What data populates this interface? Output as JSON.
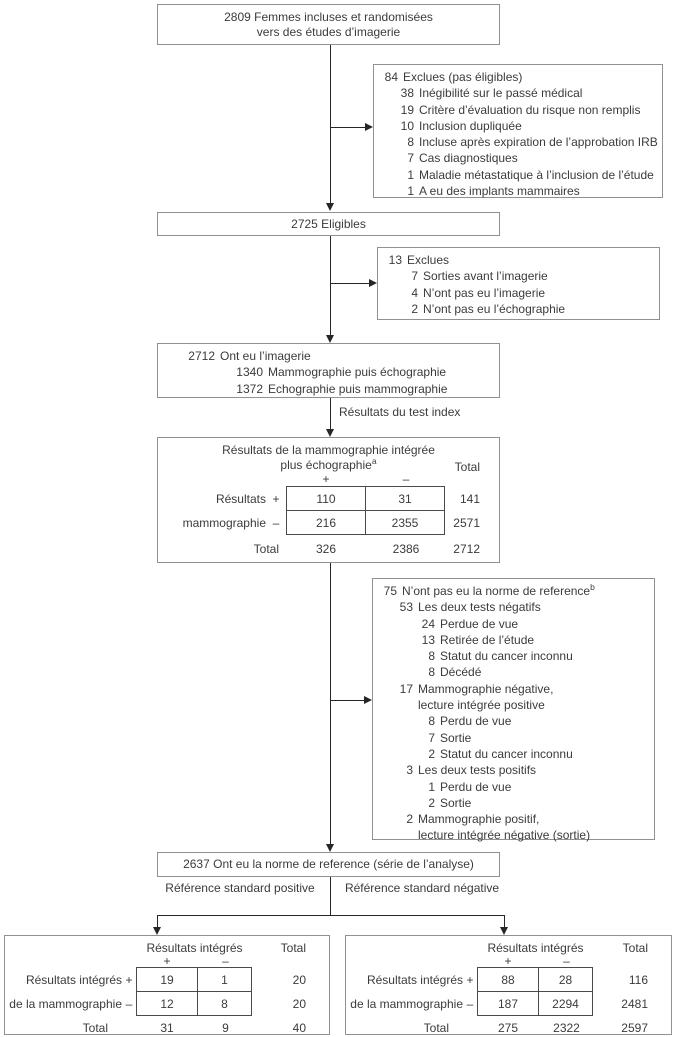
{
  "colors": {
    "ink": "#3b3b3b",
    "box-border": "#919191",
    "grid-border": "#4a4a4a",
    "line": "#262626"
  },
  "flow": {
    "top_box_line1": "2809 Femmes incluses et randomisées",
    "top_box_line2": "vers des études d’imagerie",
    "eligible_box": "2725  Eligibles",
    "index_test_label": "Résultats du test index",
    "reference_box": "2637 Ont eu la norme de reference (série de l’analyse)",
    "ref_positive_label": "Référence standard positive",
    "ref_negative_label": "Référence standard négative",
    "excluded_not_eligible": [
      {
        "num": "84",
        "text": "Exclues (pas éligibles)",
        "level": 0
      },
      {
        "num": "38",
        "text": "Inégibilité sur le passé médical",
        "level": 1
      },
      {
        "num": "19",
        "text": "Critère d’évaluation du risque non remplis",
        "level": 1
      },
      {
        "num": "10",
        "text": "Inclusion dupliquée",
        "level": 1
      },
      {
        "num": "8",
        "text": "Incluse après expiration de l’approbation IRB",
        "level": 1
      },
      {
        "num": "7",
        "text": "Cas diagnostiques",
        "level": 1
      },
      {
        "num": "1",
        "text": "Maladie métastatique à l’inclusion de l’étude",
        "level": 1
      },
      {
        "num": "1",
        "text": "A eu des implants mammaires",
        "level": 1
      }
    ],
    "excluded_before_imaging": [
      {
        "num": "13",
        "text": "Exclues",
        "level": 0
      },
      {
        "num": "7",
        "text": "Sorties avant l’imagerie",
        "level": 1
      },
      {
        "num": "4",
        "text": "N’ont pas eu l’imagerie",
        "level": 1
      },
      {
        "num": "2",
        "text": "N’ont pas eu l’échographie",
        "level": 1
      }
    ],
    "imaging_box": [
      {
        "num": "2712",
        "text": "Ont eu l’imagerie",
        "level": 0
      },
      {
        "num": "1340",
        "text": "Mammographie puis échographie",
        "level": 1
      },
      {
        "num": "1372",
        "text": "Echographie puis mammographie",
        "level": 1
      }
    ],
    "no_reference_standard": [
      {
        "num": "75",
        "text": "N’ont pas eu la norme de reference",
        "sup": "b",
        "level": 0
      },
      {
        "num": "53",
        "text": "Les deux tests négatifs",
        "level": 1
      },
      {
        "num": "24",
        "text": "Perdue de vue",
        "level": 2
      },
      {
        "num": "13",
        "text": "Retirée de l’étude",
        "level": 2
      },
      {
        "num": "8",
        "text": "Statut du cancer inconnu",
        "level": 2
      },
      {
        "num": "8",
        "text": "Décédé",
        "level": 2
      },
      {
        "num": "17",
        "text": "Mammographie négative,",
        "level": 1
      },
      {
        "num": "",
        "text": "lecture intégrée positive",
        "level": 1
      },
      {
        "num": "8",
        "text": "Perdu de vue",
        "level": 2
      },
      {
        "num": "7",
        "text": "Sortie",
        "level": 2
      },
      {
        "num": "2",
        "text": "Statut du cancer inconnu",
        "level": 2
      },
      {
        "num": "3",
        "text": "Les deux tests positifs",
        "level": 1
      },
      {
        "num": "1",
        "text": "Perdu de vue",
        "level": 2
      },
      {
        "num": "2",
        "text": "Sortie",
        "level": 2
      },
      {
        "num": "2",
        "text": "Mammographie positif,",
        "level": 1
      },
      {
        "num": "",
        "text": "lecture intégrée négative (sortie)",
        "level": 1
      }
    ]
  },
  "table1": {
    "header_line1": "Résultats de la mammographie intégrée",
    "header_line2": "plus échographie",
    "header_sup": "a",
    "total_label": "Total",
    "col_signs": [
      "+",
      "–"
    ],
    "row_label_line1": "Résultats",
    "row_label_line2": "mammographie",
    "row_signs": [
      "+",
      "–"
    ],
    "rows": [
      [
        "110",
        "31",
        "141"
      ],
      [
        "216",
        "2355",
        "2571"
      ]
    ],
    "total_row": [
      "Total",
      "326",
      "2386",
      "2712"
    ]
  },
  "table_left": {
    "header": "Résultats intégrés",
    "total_label": "Total",
    "col_signs": [
      "+",
      "–"
    ],
    "row_labels": [
      "Résultats intégrés",
      "de la mammographie"
    ],
    "row_signs": [
      "+",
      "–"
    ],
    "rows": [
      [
        "19",
        "1",
        "20"
      ],
      [
        "12",
        "8",
        "20"
      ]
    ],
    "total_row": [
      "Total",
      "31",
      "9",
      "40"
    ]
  },
  "table_right": {
    "header": "Résultats intégrés",
    "total_label": "Total",
    "col_signs": [
      "+",
      "–"
    ],
    "row_labels": [
      "Résultats intégrés",
      "de la mammographie"
    ],
    "row_signs": [
      "+",
      "–"
    ],
    "rows": [
      [
        "88",
        "28",
        "116"
      ],
      [
        "187",
        "2294",
        "2481"
      ]
    ],
    "total_row": [
      "Total",
      "275",
      "2322",
      "2597"
    ]
  }
}
